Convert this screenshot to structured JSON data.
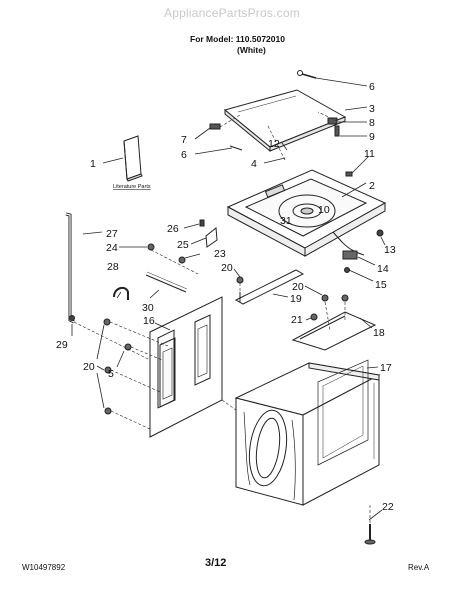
{
  "header": {
    "watermark": "AppliancePartsPros.com",
    "model": "For Model: 110.5072010",
    "color": "(White)"
  },
  "labels": {
    "literature": "Literature Parts"
  },
  "callouts": {
    "c1": "1",
    "c2": "2",
    "c3": "3",
    "c4": "4",
    "c5": "5",
    "c6": "6",
    "c7": "7",
    "c8": "8",
    "c9": "9",
    "c10": "10",
    "c11": "11",
    "c12": "12",
    "c13": "13",
    "c14": "14",
    "c15": "15",
    "c16": "16",
    "c17": "17",
    "c18": "18",
    "c19": "19",
    "c20": "20",
    "c21": "21",
    "c22": "22",
    "c23": "23",
    "c24": "24",
    "c25": "25",
    "c26": "26",
    "c27": "27",
    "c28": "28",
    "c29": "29",
    "c30": "30",
    "c31": "31"
  },
  "footer": {
    "doc_number": "W10497892",
    "page": "3/12",
    "revision": "Rev.A"
  }
}
